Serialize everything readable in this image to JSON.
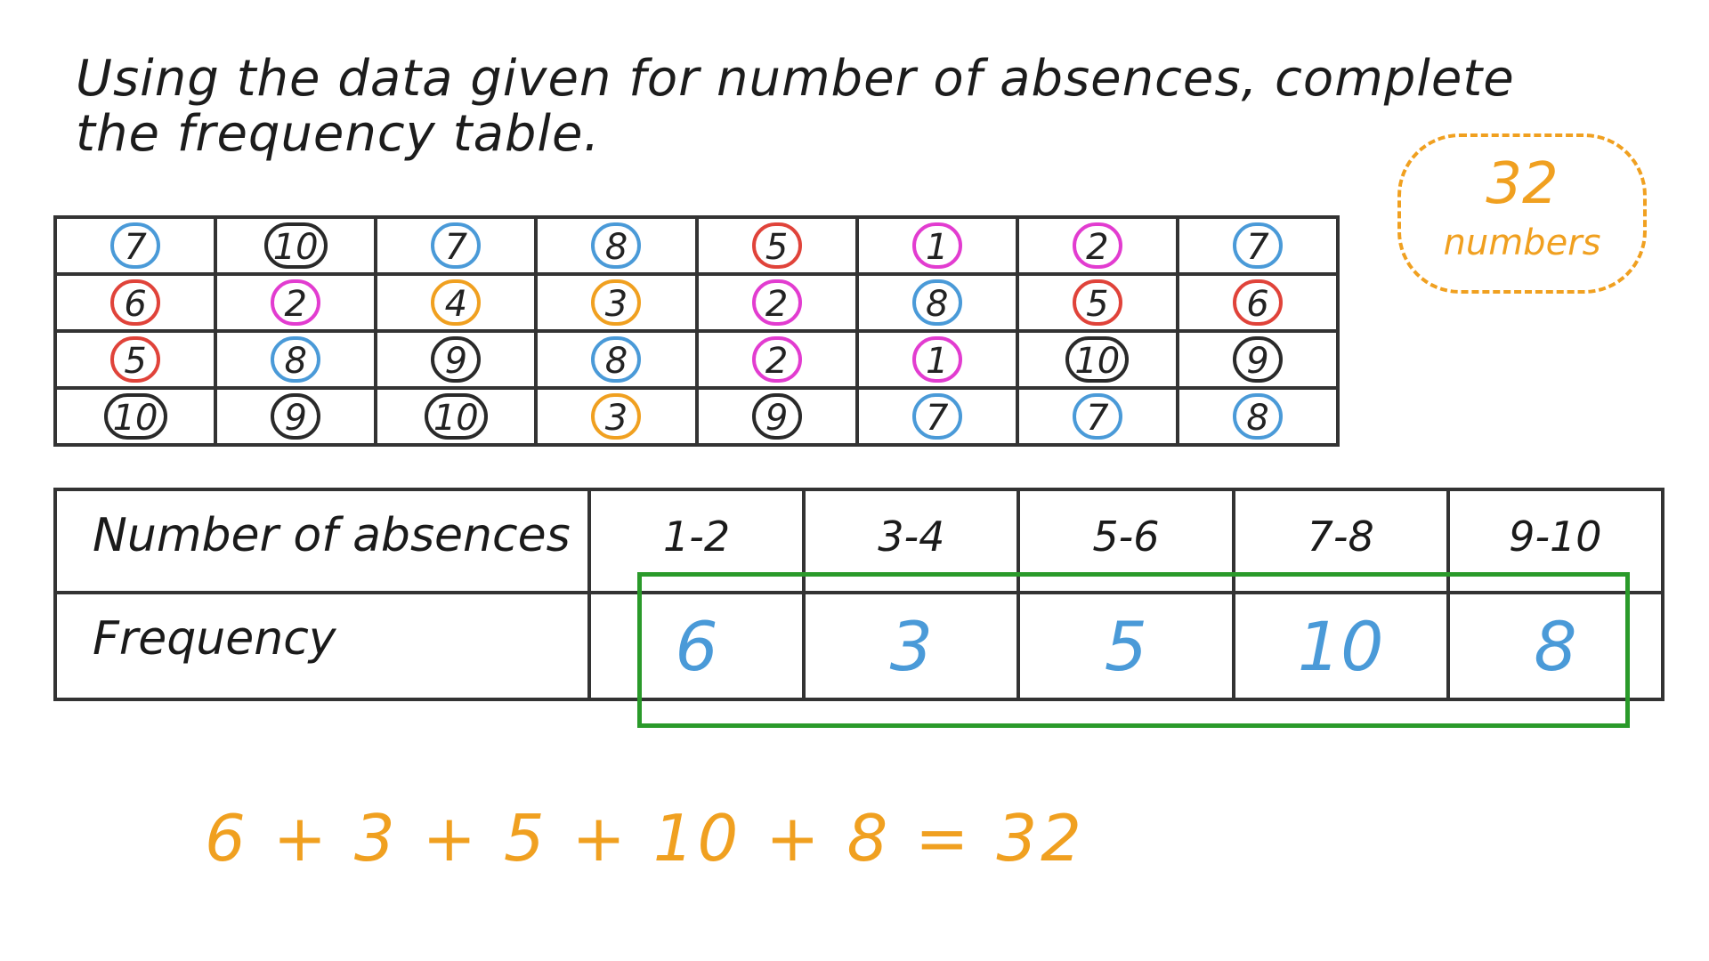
{
  "prompt": "Using the data given for number of absences, complete the frequency table.",
  "note": {
    "count": "32",
    "word": "numbers"
  },
  "data_grid": {
    "rows": [
      [
        {
          "v": "7",
          "c": "blue"
        },
        {
          "v": "10",
          "c": "black"
        },
        {
          "v": "7",
          "c": "blue"
        },
        {
          "v": "8",
          "c": "blue"
        },
        {
          "v": "5",
          "c": "red"
        },
        {
          "v": "1",
          "c": "magenta"
        },
        {
          "v": "2",
          "c": "magenta"
        },
        {
          "v": "7",
          "c": "blue"
        }
      ],
      [
        {
          "v": "6",
          "c": "red"
        },
        {
          "v": "2",
          "c": "magenta"
        },
        {
          "v": "4",
          "c": "orange"
        },
        {
          "v": "3",
          "c": "orange"
        },
        {
          "v": "2",
          "c": "magenta"
        },
        {
          "v": "8",
          "c": "blue"
        },
        {
          "v": "5",
          "c": "red"
        },
        {
          "v": "6",
          "c": "red"
        }
      ],
      [
        {
          "v": "5",
          "c": "red"
        },
        {
          "v": "8",
          "c": "blue"
        },
        {
          "v": "9",
          "c": "black"
        },
        {
          "v": "8",
          "c": "blue"
        },
        {
          "v": "2",
          "c": "magenta"
        },
        {
          "v": "1",
          "c": "magenta"
        },
        {
          "v": "10",
          "c": "black"
        },
        {
          "v": "9",
          "c": "black"
        }
      ],
      [
        {
          "v": "10",
          "c": "black"
        },
        {
          "v": "9",
          "c": "black"
        },
        {
          "v": "10",
          "c": "black"
        },
        {
          "v": "3",
          "c": "orange"
        },
        {
          "v": "9",
          "c": "black"
        },
        {
          "v": "7",
          "c": "blue"
        },
        {
          "v": "7",
          "c": "blue"
        },
        {
          "v": "8",
          "c": "blue"
        }
      ]
    ]
  },
  "freq_table": {
    "header_label": "Number of absences",
    "row_label": "Frequency",
    "classes": [
      "1-2",
      "3-4",
      "5-6",
      "7-8",
      "9-10"
    ],
    "frequencies": [
      "6",
      "3",
      "5",
      "10",
      "8"
    ]
  },
  "sum_line": "6 + 3 + 5 + 10 + 8 = 32",
  "colors": {
    "blue": "#4a9ad8",
    "red": "#e0433a",
    "magenta": "#e23cd0",
    "orange": "#f0a020",
    "green": "#2a9a2a",
    "black": "#2a2a2a"
  }
}
